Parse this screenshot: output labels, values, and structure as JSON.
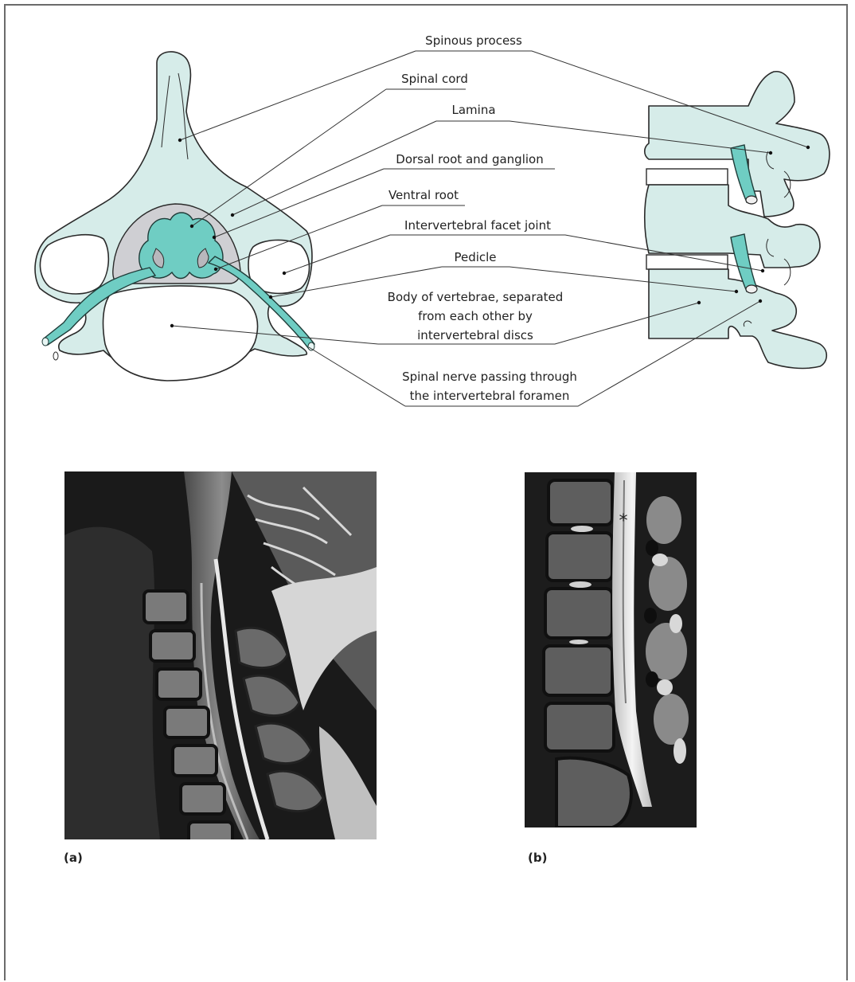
{
  "labels": [
    {
      "key": "spinous_process",
      "text": "Spinous process"
    },
    {
      "key": "spinal_cord",
      "text": "Spinal cord"
    },
    {
      "key": "lamina",
      "text": "Lamina"
    },
    {
      "key": "dorsal_root",
      "text": "Dorsal root and ganglion"
    },
    {
      "key": "ventral_root",
      "text": "Ventral root"
    },
    {
      "key": "facet_joint",
      "text": "Intervertebral facet joint"
    },
    {
      "key": "pedicle",
      "text": "Pedicle"
    },
    {
      "key": "body_line1",
      "text": "Body of vertebrae, separated"
    },
    {
      "key": "body_line2",
      "text": "from each other by"
    },
    {
      "key": "body_line3",
      "text": "intervertebral discs"
    },
    {
      "key": "nerve_line1",
      "text": "Spinal nerve passing through"
    },
    {
      "key": "nerve_line2",
      "text": "the intervertebral foramen"
    }
  ],
  "panels": {
    "a": {
      "caption": "(a)"
    },
    "b": {
      "caption": "(b)",
      "marker": "*"
    }
  },
  "colors": {
    "bone": "#d6ece9",
    "nerve": "#6fcdc3",
    "canal": "#cfcfd3"
  }
}
